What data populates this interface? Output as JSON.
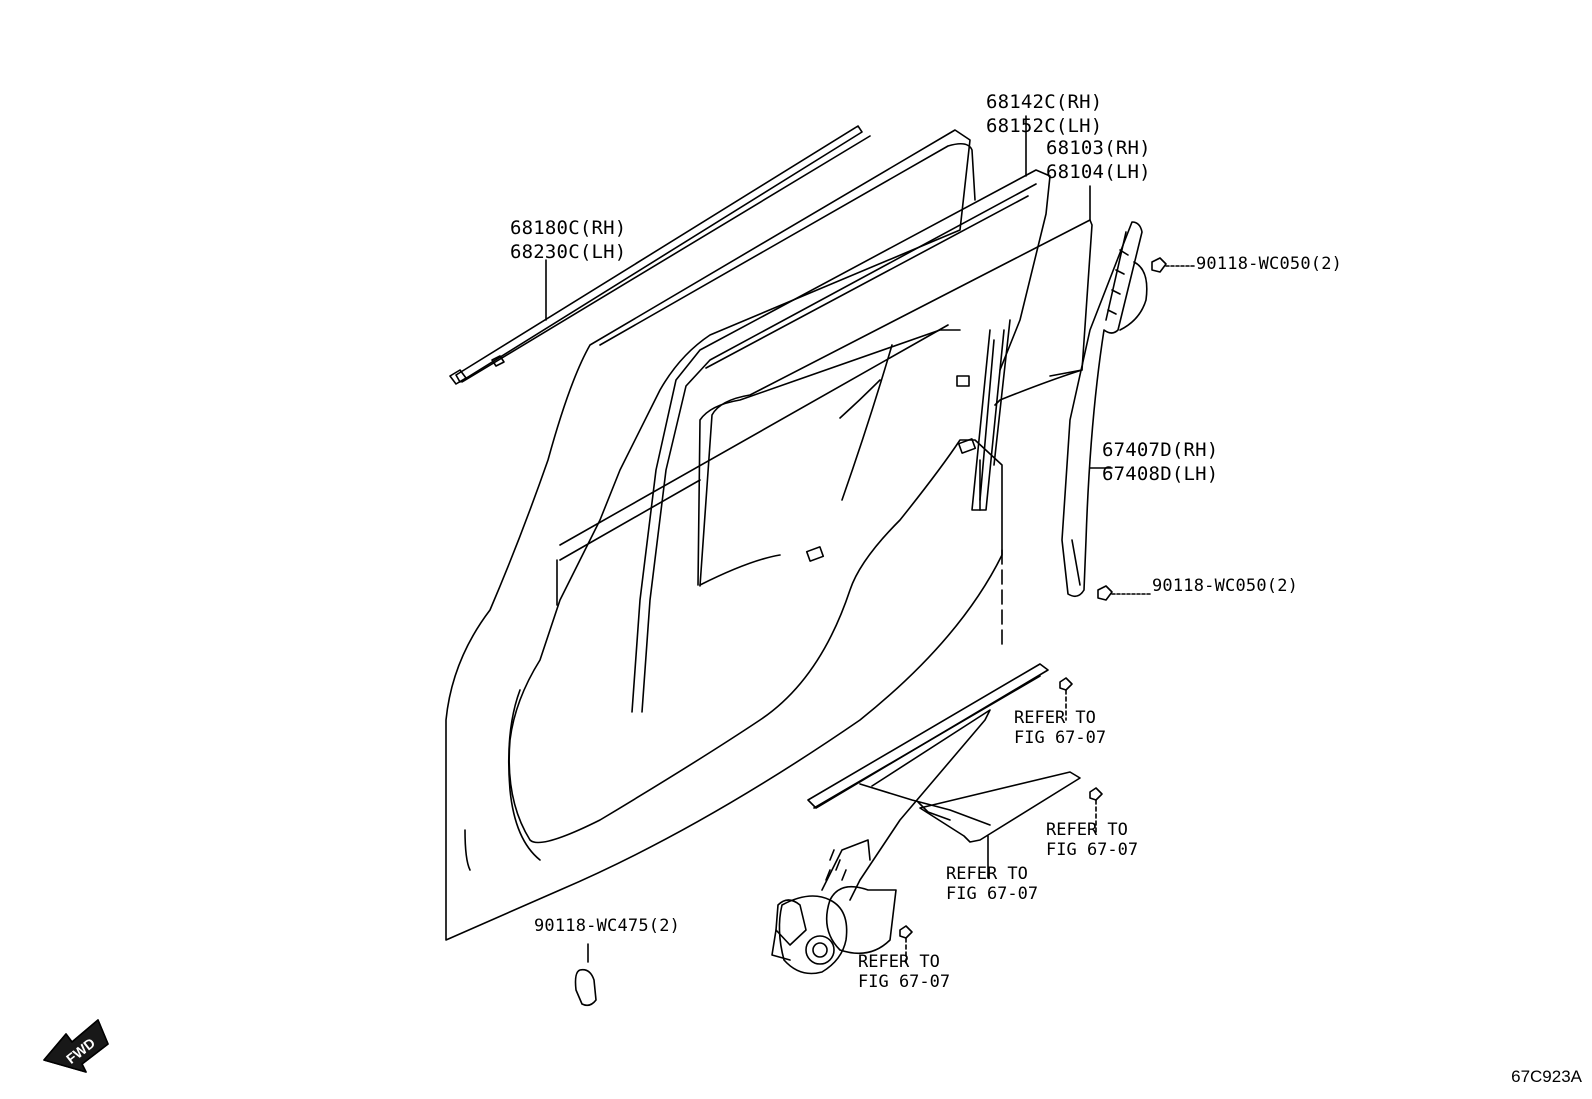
{
  "labels": {
    "belt_molding": {
      "rh": "68180C(RH)",
      "lh": "68230C(LH)"
    },
    "run_channel": {
      "rh": "68142C(RH)",
      "lh": "68152C(LH)"
    },
    "door_glass": {
      "rh": "68103(RH)",
      "lh": "68104(LH)"
    },
    "sash_channel": {
      "rh": "67407D(RH)",
      "lh": "67408D(LH)"
    },
    "bolt_upper": "90118-WC050(2)",
    "bolt_lower": "90118-WC050(2)",
    "hole_plug": "90118-WC475(2)"
  },
  "refs": {
    "ref1": {
      "line1": "REFER TO",
      "line2": "FIG 67-07"
    },
    "ref2": {
      "line1": "REFER TO",
      "line2": "FIG 67-07"
    },
    "ref3": {
      "line1": "REFER TO",
      "line2": "FIG 67-07"
    },
    "ref4": {
      "line1": "REFER TO",
      "line2": "FIG 67-07"
    }
  },
  "fwd_arrow": {
    "text": "FWD",
    "icon": "fwd-arrow-icon"
  },
  "figure_code": "67C923A",
  "colors": {
    "line": "#000000",
    "background": "#ffffff"
  }
}
